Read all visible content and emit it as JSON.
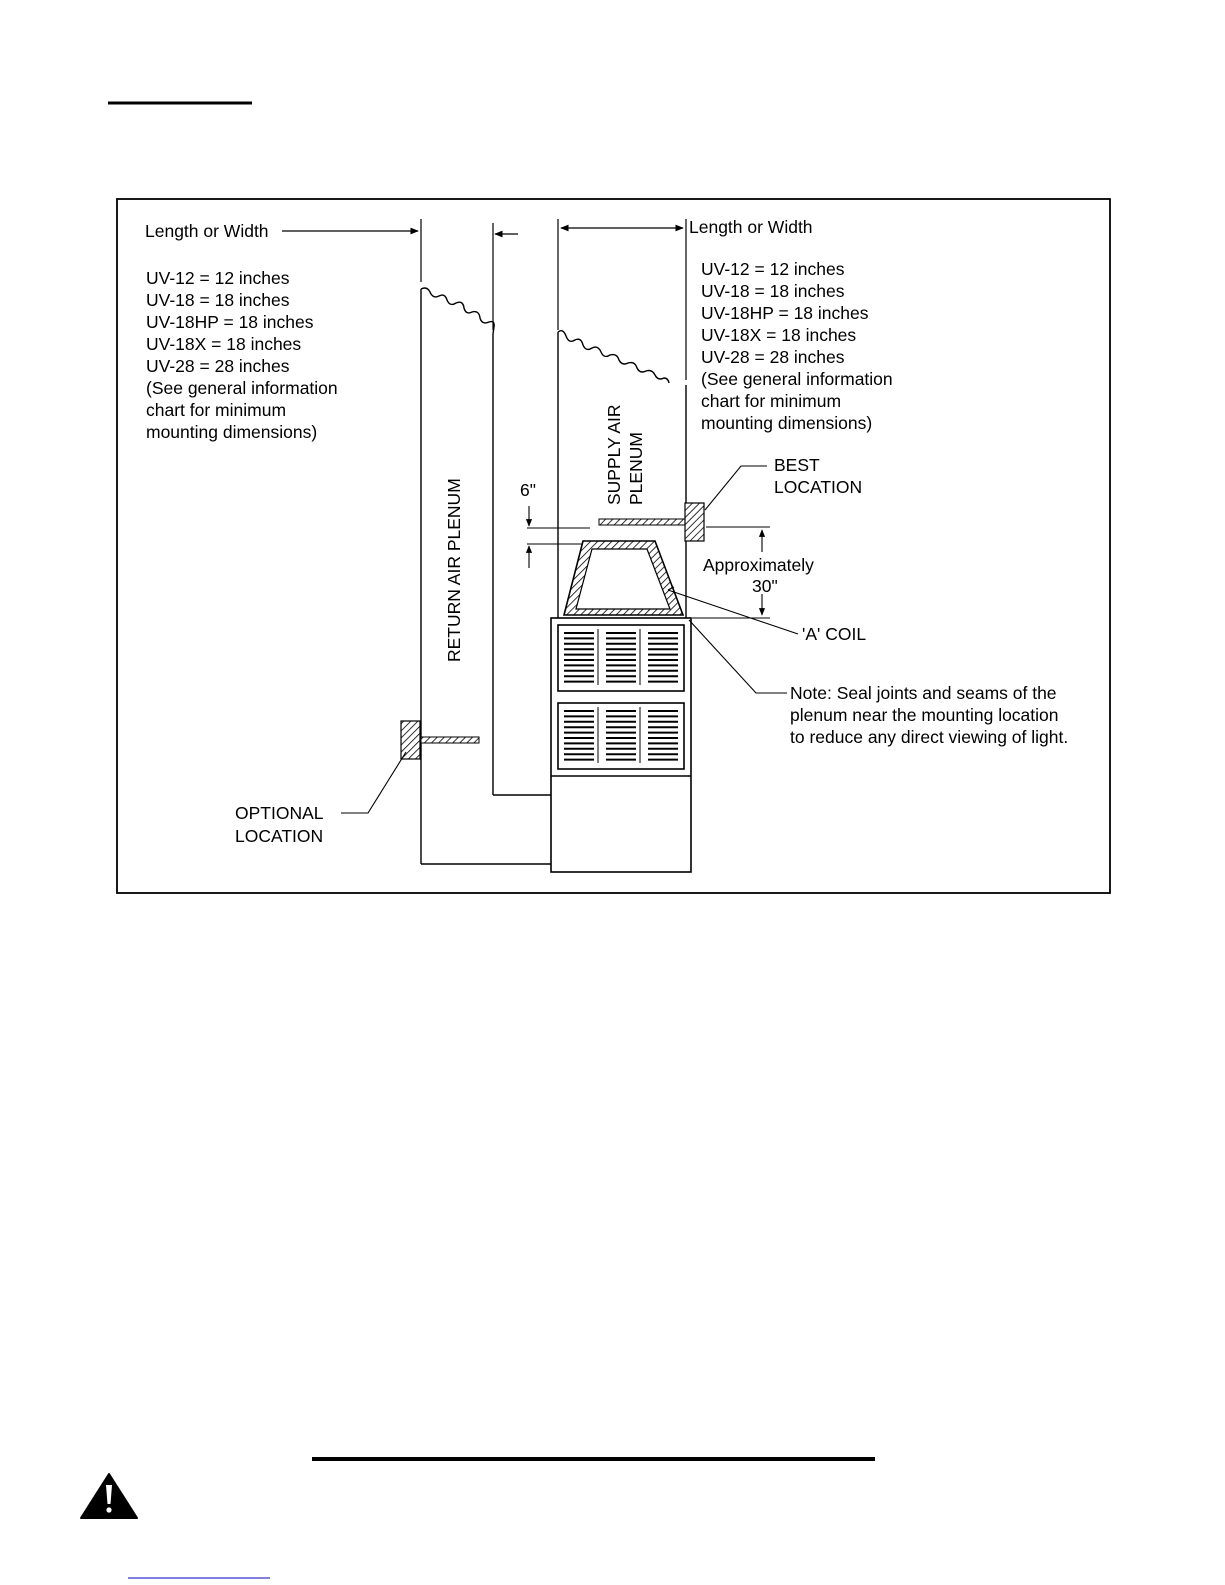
{
  "diagram": {
    "left_callout": {
      "label": "Length or Width",
      "lines": [
        "UV-12 = 12 inches",
        "UV-18 = 18 inches",
        "UV-18HP = 18 inches",
        "UV-18X = 18 inches",
        "UV-28 = 28 inches",
        "(See general information",
        "chart for minimum",
        "mounting dimensions)"
      ]
    },
    "right_callout": {
      "label": "Length or Width",
      "lines": [
        "UV-12 = 12 inches",
        "UV-18 = 18 inches",
        "UV-18HP = 18 inches",
        "UV-18X = 18 inches",
        "UV-28 = 28 inches",
        "(See general information",
        "chart for minimum",
        "mounting dimensions)"
      ]
    },
    "return_plenum_label": "RETURN AIR PLENUM",
    "supply_plenum_label": [
      "SUPPLY AIR",
      "PLENUM"
    ],
    "dim_six": "6\"",
    "best_location": [
      "BEST",
      "LOCATION"
    ],
    "approx": [
      "Approximately",
      "30\""
    ],
    "a_coil": "'A' COIL",
    "note": [
      "Note: Seal joints and seams of the",
      "plenum near the mounting location",
      "to reduce any direct viewing of light."
    ],
    "optional_location": [
      "OPTIONAL",
      "LOCATION"
    ]
  },
  "colors": {
    "ink": "#000000",
    "paper": "#ffffff",
    "link_underline": "#3333cc"
  },
  "icons": {
    "warning": "warning-triangle-icon"
  }
}
